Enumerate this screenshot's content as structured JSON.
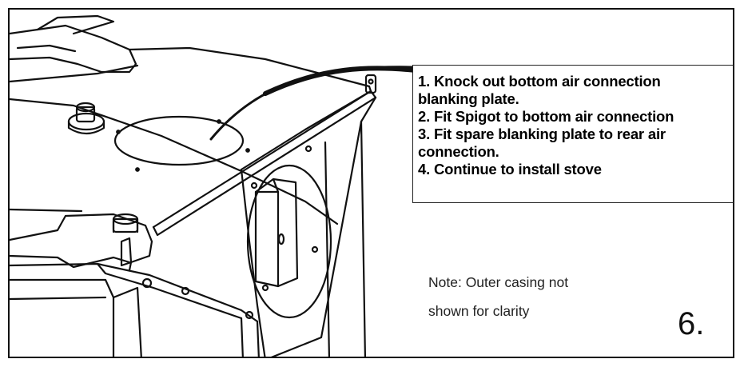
{
  "instructions": {
    "steps": [
      "1. Knock out bottom air connection",
      "blanking plate.",
      "2. Fit Spigot to bottom air connection",
      "3. Fit spare blanking plate to rear air",
      "connection.",
      "4. Continue to install stove"
    ]
  },
  "note": {
    "line1": "Note: Outer casing not",
    "line2": "shown for clarity"
  },
  "step_number": "6.",
  "colors": {
    "line": "#111111",
    "background": "#ffffff"
  }
}
